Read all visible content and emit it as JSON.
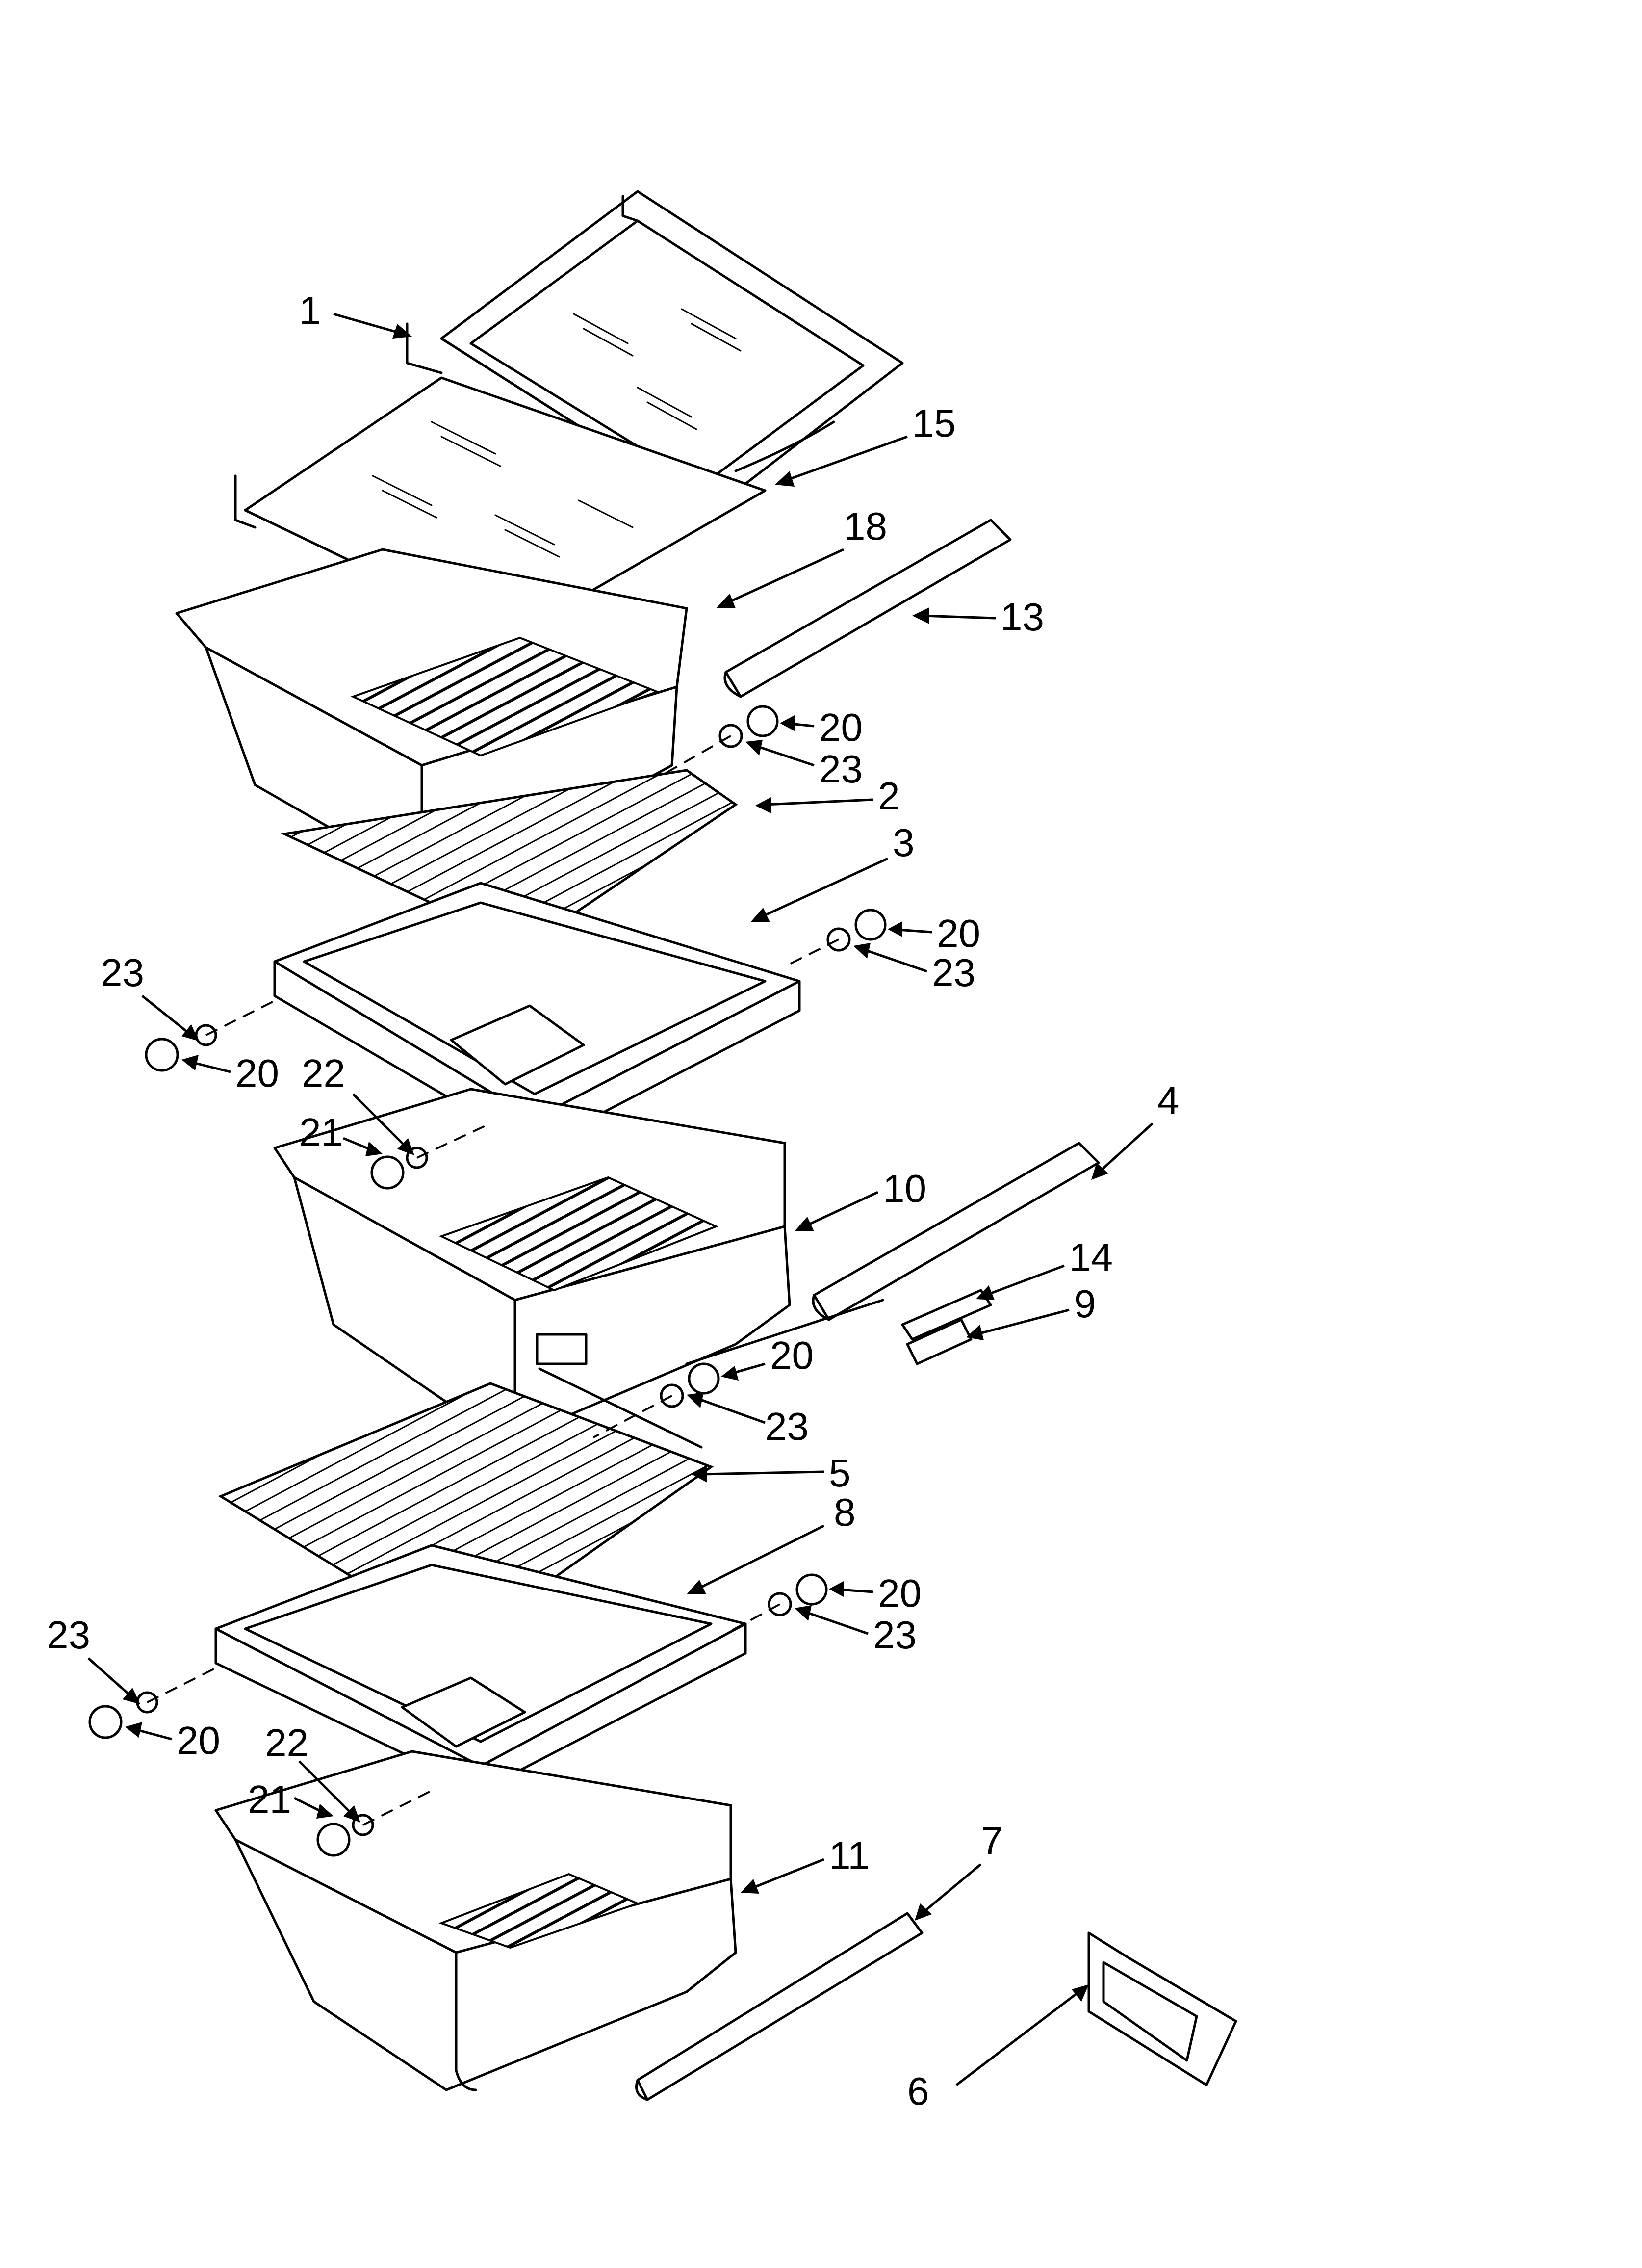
{
  "callouts": [
    {
      "id": "c1",
      "text": "1"
    },
    {
      "id": "c15",
      "text": "15"
    },
    {
      "id": "c18",
      "text": "18"
    },
    {
      "id": "c13",
      "text": "13"
    },
    {
      "id": "c20a",
      "text": "20"
    },
    {
      "id": "c23a",
      "text": "23"
    },
    {
      "id": "c2",
      "text": "2"
    },
    {
      "id": "c3",
      "text": "3"
    },
    {
      "id": "c20b",
      "text": "20"
    },
    {
      "id": "c23b",
      "text": "23"
    },
    {
      "id": "c23c",
      "text": "23"
    },
    {
      "id": "c20c",
      "text": "20"
    },
    {
      "id": "c22a",
      "text": "22"
    },
    {
      "id": "c21a",
      "text": "21"
    },
    {
      "id": "c4",
      "text": "4"
    },
    {
      "id": "c10",
      "text": "10"
    },
    {
      "id": "c14",
      "text": "14"
    },
    {
      "id": "c9",
      "text": "9"
    },
    {
      "id": "c20d",
      "text": "20"
    },
    {
      "id": "c23d",
      "text": "23"
    },
    {
      "id": "c5",
      "text": "5"
    },
    {
      "id": "c8",
      "text": "8"
    },
    {
      "id": "c20e",
      "text": "20"
    },
    {
      "id": "c23e",
      "text": "23"
    },
    {
      "id": "c23f",
      "text": "23"
    },
    {
      "id": "c20f",
      "text": "20"
    },
    {
      "id": "c22b",
      "text": "22"
    },
    {
      "id": "c21b",
      "text": "21"
    },
    {
      "id": "c11",
      "text": "11"
    },
    {
      "id": "c7",
      "text": "7"
    },
    {
      "id": "c6",
      "text": "6"
    }
  ]
}
